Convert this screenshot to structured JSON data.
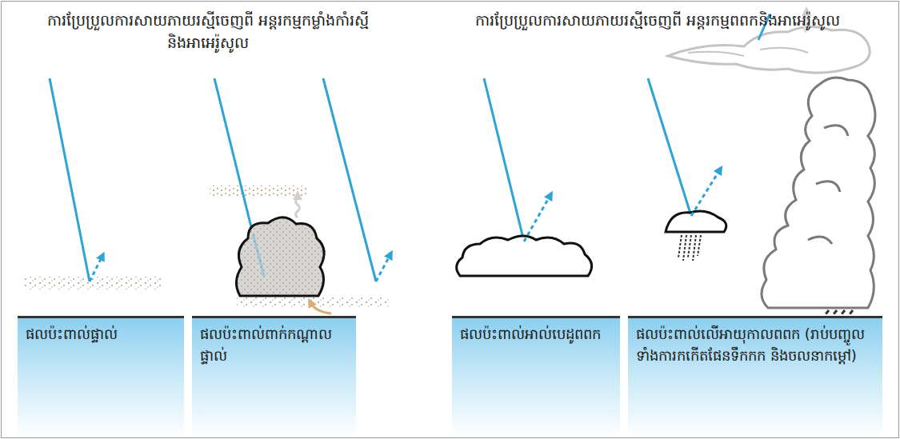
{
  "diagram": {
    "nodes": [
      {
        "text": [
          "ផលប៉ះពាល់ផ្ទាល់"
        ]
      },
      {
        "text": [
          "ផលប៉ះពាល់ពាក់កណ្ដាលផ្ទាល់"
        ]
      },
      {
        "text": [
          "ផលប៉ះពាល់អាល់បេដូពពក"
        ]
      },
      {
        "text": [
          "ផលប៉ះពាល់លើអាយុកាលពពក (រាប់បញ្ចូលទាំងការកកើតផែនទឹកកក និងចលនាកម្ដៅ)"
        ]
      }
    ],
    "labels": [
      "ការប្រែប្រួលការសាយភាយរស្មីចេញពី អន្តរកម្មកម្លាំងកាំរស្មីនិងអាអេរ៉ូសូល",
      "ការប្រែប្រួលការសាយភាយរស្មីចេញពី អន្តរកម្មពពកនិងអាអេរ៉ូសូល"
    ]
  }
}
